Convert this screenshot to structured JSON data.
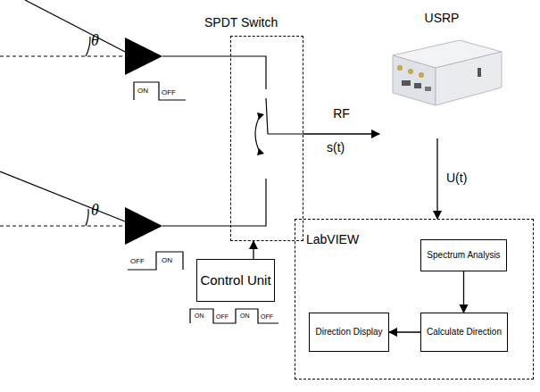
{
  "diagram": {
    "nodes": [
      {
        "text": [
          "SPDT Switch"
        ]
      },
      {
        "text": [
          "USRP"
        ]
      },
      {
        "text": [
          "Control Unit"
        ]
      },
      {
        "text": [
          "LabVIEW"
        ]
      },
      {
        "text": [
          "Spectrum Analysis"
        ],
        "in": 3
      },
      {
        "text": [
          "Calculate Direction"
        ],
        "in": 3
      },
      {
        "text": [
          "Direction Display"
        ],
        "in": 3
      }
    ],
    "edges": [
      {
        "from": 0,
        "to": 1,
        "arrow": "to",
        "label": "RF"
      },
      {
        "from": 1,
        "to": 3,
        "arrow": "to",
        "label": "U(t)"
      },
      {
        "from": 2,
        "to": 0,
        "arrow": "to"
      },
      {
        "from": 4,
        "to": 5,
        "arrow": "to"
      },
      {
        "from": 5,
        "to": 6,
        "arrow": "to"
      }
    ],
    "labels": [
      "θ",
      "θ",
      "ON",
      "OFF",
      "OFF",
      "ON",
      "ON",
      "OFF",
      "ON",
      "OFF",
      "s(t)"
    ]
  }
}
